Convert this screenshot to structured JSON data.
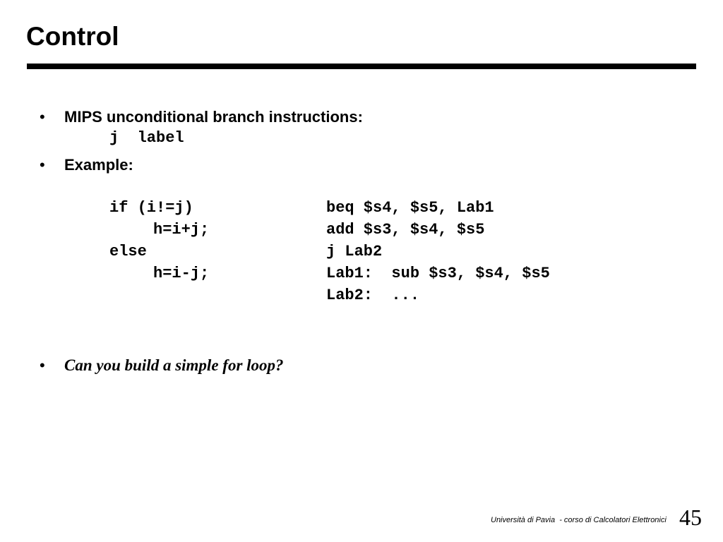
{
  "slide": {
    "title": "Control",
    "bullets": [
      {
        "marker": "•",
        "text": "MIPS unconditional branch instructions:"
      },
      {
        "marker": "•",
        "text": "Example:"
      },
      {
        "marker": "•",
        "text": "Can you build a simple for loop?"
      }
    ],
    "syntax": "j  label",
    "example": {
      "c_code": [
        "if (i!=j)",
        "h=i+j;",
        "else",
        "h=i-j;"
      ],
      "mips_code": [
        "beq $s4, $s5, Lab1",
        "add $s3, $s4, $s5",
        "j Lab2",
        "Lab1:  sub $s3, $s4, $s5",
        "Lab2:  ..."
      ]
    }
  },
  "footer": {
    "institution": "Università di Pavia  - corso di Calcolatori Elettronici",
    "page_number": "45"
  }
}
